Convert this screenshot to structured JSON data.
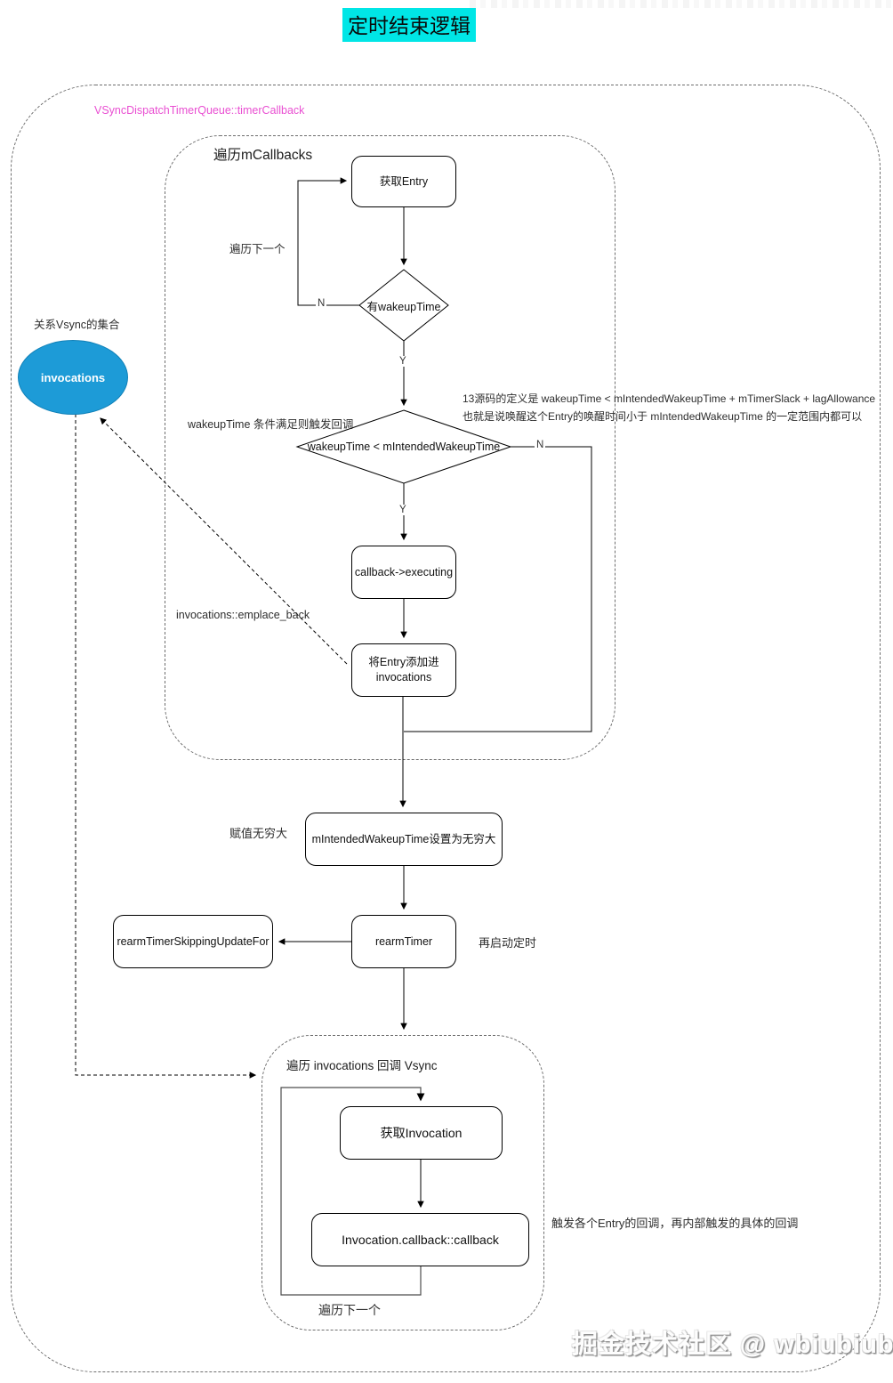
{
  "title": "定时结束逻辑",
  "outer": {
    "function_label": "VSyncDispatchTimerQueue::timerCallback"
  },
  "loop1": {
    "label": "遍历mCallbacks",
    "iterate_next": "遍历下一个"
  },
  "loop2": {
    "label": "遍历 invocations 回调 Vsync",
    "iterate_next": "遍历下一个"
  },
  "nodes": {
    "get_entry": "获取Entry",
    "has_wakeup_time": "有wakeupTime",
    "wakeup_compare": "wakeupTime < mIntendedWakeupTime",
    "callback_executing": "callback->executing",
    "add_entry_line1": "将Entry添加进",
    "add_entry_line2": "invocations",
    "set_infinity": "mIntendedWakeupTime设置为无穷大",
    "rearm_timer": "rearmTimer",
    "rearm_skip": "rearmTimerSkippingUpdateFor",
    "get_invocation": "获取Invocation",
    "invocation_callback": "Invocation.callback::callback",
    "invocations_set": "invocations"
  },
  "branch_labels": {
    "n1": "N",
    "y1": "Y",
    "y2": "Y",
    "n2": "N"
  },
  "annotations": {
    "vsync_set": "关系Vsync的集合",
    "condition": "wakeupTime  条件满足则触发回调",
    "slack_note": "13源码的定义是 wakeupTime < mIntendedWakeupTime + mTimerSlack + lagAllowance\n也就是说唤醒这个Entry的唤醒时间小于  mIntendedWakeupTime  的一定范围内都可以",
    "emplace_back": "invocations::emplace_back",
    "assign_infinity": "赋值无穷大",
    "restart_timer": "再启动定时",
    "trigger_note": "触发各个Entry的回调，再内部触发的具体的回调"
  },
  "watermark": "掘金技术社区 @ wbiubiubiu",
  "colors": {
    "title_highlight": "#00e6e6",
    "function_label_pink": "#e94fd2",
    "ellipse_blue": "#1d9bd7"
  }
}
